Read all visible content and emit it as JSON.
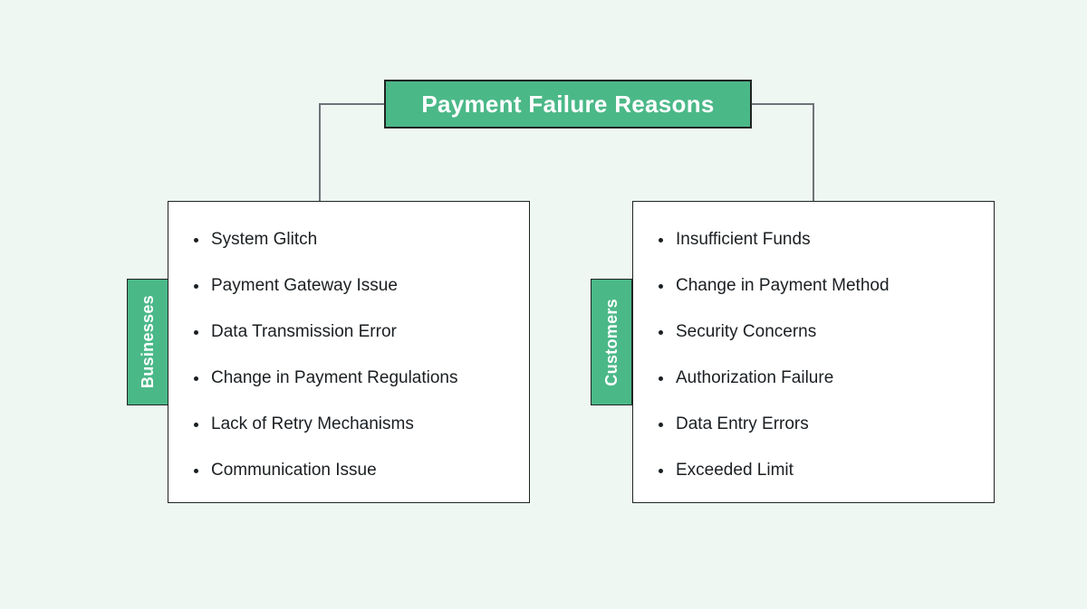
{
  "title": "Payment Failure Reasons",
  "colors": {
    "background": "#eef7f2",
    "accent_green": "#4bb888",
    "node_border": "#1f2423",
    "connector_gray": "#6d7478",
    "box_background": "#ffffff",
    "list_text": "#1b1f22",
    "title_text": "#ffffff"
  },
  "groups": [
    {
      "label": "Businesses",
      "items": [
        "System Glitch",
        "Payment Gateway Issue",
        "Data Transmission Error",
        "Change in Payment Regulations",
        "Lack of Retry Mechanisms",
        "Communication Issue"
      ]
    },
    {
      "label": "Customers",
      "items": [
        "Insufficient Funds",
        "Change in Payment Method",
        "Security Concerns",
        "Authorization Failure",
        "Data Entry Errors",
        "Exceeded Limit"
      ]
    }
  ]
}
